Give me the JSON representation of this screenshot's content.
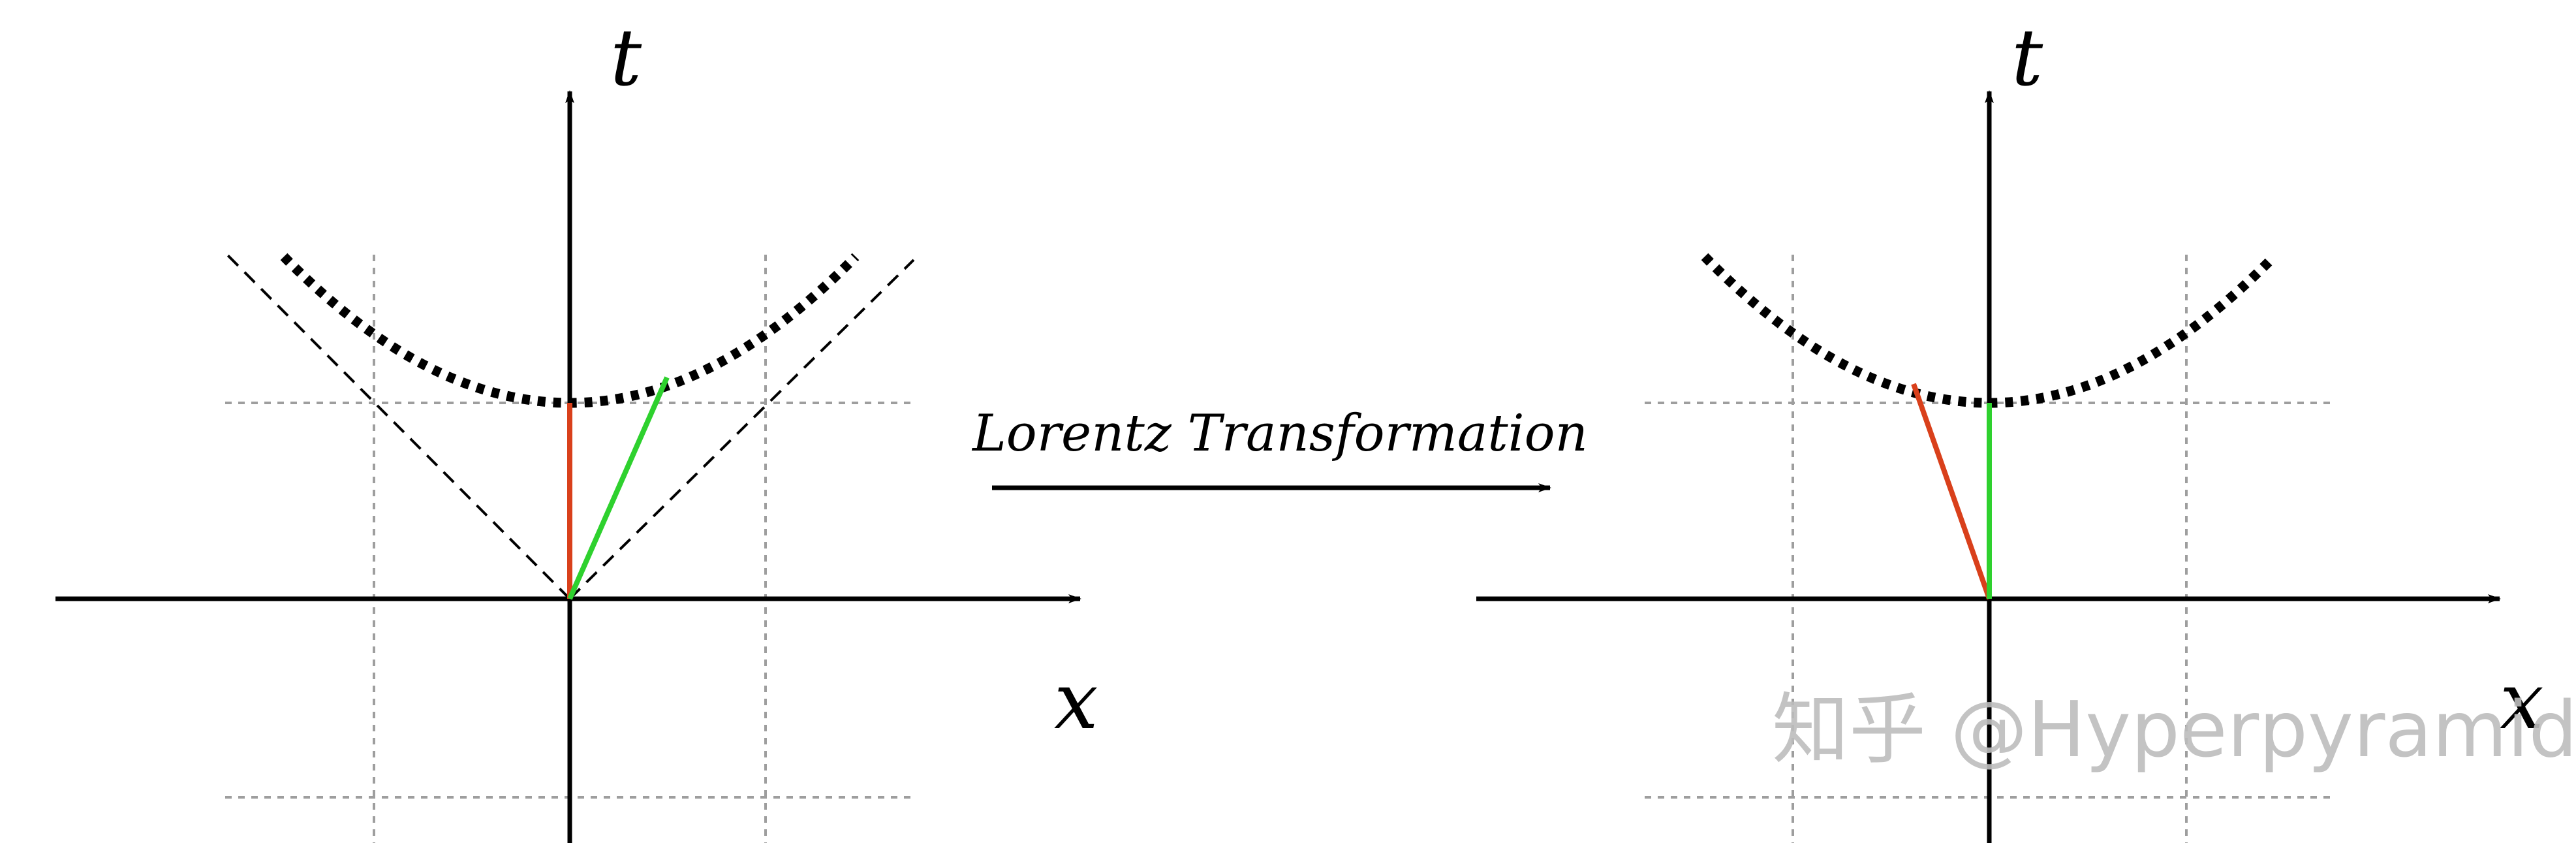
{
  "caption": "Lorentz Transformation",
  "watermark": "知乎 @Hyperpyramid",
  "left_panel": {
    "t_axis_label": "t",
    "x_axis_label": "x"
  },
  "right_panel": {
    "t_axis_label": "t",
    "x_axis_label": "x"
  },
  "colors": {
    "red_vector": "#d9401b",
    "green_vector": "#2ed12e",
    "hyperbola": "#000000",
    "grid": "#9e9e9e"
  }
}
